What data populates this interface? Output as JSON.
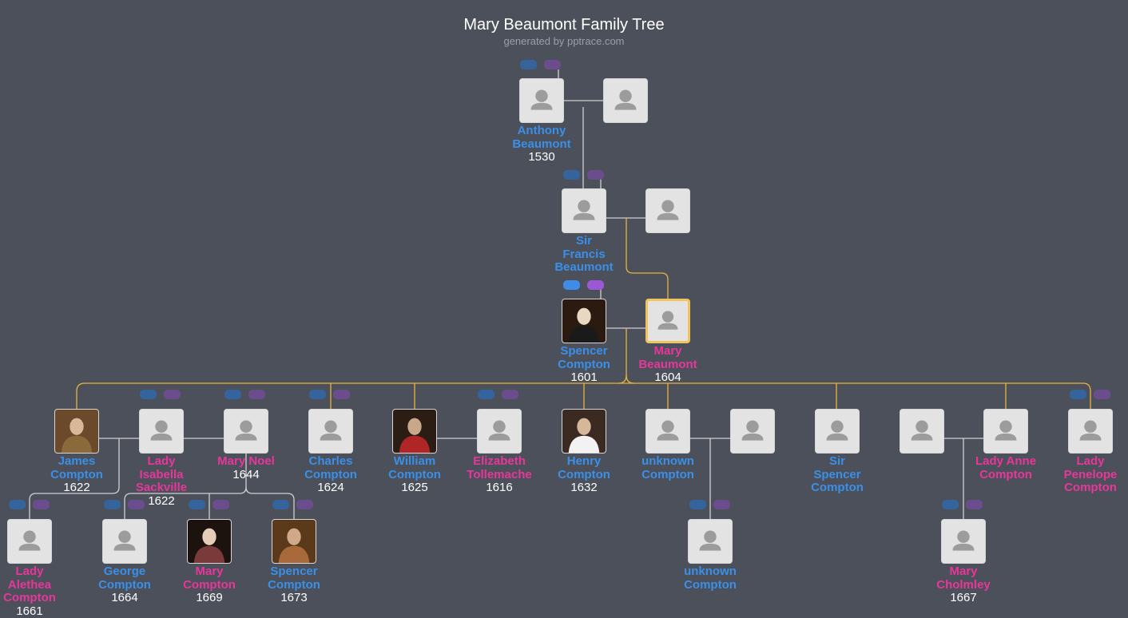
{
  "header": {
    "title": "Mary Beaumont Family Tree",
    "subtitle": "generated by pptrace.com"
  },
  "colors": {
    "background": "#4b505a",
    "male": "#3a8fe8",
    "female": "#e8369a",
    "selected_border": "#f0c45a",
    "descendant_line": "#e8b43c",
    "line": "#d0d0d0"
  },
  "people": {
    "anthony": {
      "name": "Anthony Beaumont",
      "year": "1530",
      "gender": "male",
      "icon": "person-placeholder-icon"
    },
    "anthony_spouse": {
      "name": "",
      "year": "",
      "gender": "",
      "icon": "person-placeholder-icon"
    },
    "francis": {
      "name": "Sir Francis Beaumont",
      "year": "",
      "gender": "male",
      "icon": "person-placeholder-icon"
    },
    "francis_spouse": {
      "name": "",
      "year": "",
      "gender": "",
      "icon": "person-placeholder-icon"
    },
    "spencer1601": {
      "name": "Spencer Compton",
      "year": "1601",
      "gender": "male",
      "icon": "portrait-photo"
    },
    "mary1604": {
      "name": "Mary Beaumont",
      "year": "1604",
      "gender": "female",
      "icon": "person-placeholder-icon",
      "selected": true
    },
    "james": {
      "name": "James Compton",
      "year": "1622",
      "gender": "male",
      "icon": "portrait-photo"
    },
    "isabella": {
      "name": "Lady Isabella Sackville",
      "year": "1622",
      "gender": "female",
      "icon": "person-placeholder-icon"
    },
    "marynoel": {
      "name": "Mary Noel",
      "year": "1644",
      "gender": "female",
      "icon": "person-placeholder-icon"
    },
    "charles": {
      "name": "Charles Compton",
      "year": "1624",
      "gender": "male",
      "icon": "person-placeholder-icon"
    },
    "william": {
      "name": "William Compton",
      "year": "1625",
      "gender": "male",
      "icon": "portrait-photo"
    },
    "elizabeth": {
      "name": "Elizabeth Tollemache",
      "year": "1616",
      "gender": "female",
      "icon": "person-placeholder-icon"
    },
    "henry": {
      "name": "Henry Compton",
      "year": "1632",
      "gender": "male",
      "icon": "portrait-photo"
    },
    "unknown1": {
      "name": "unknown Compton",
      "year": "",
      "gender": "male",
      "icon": "person-placeholder-icon"
    },
    "unknown1_spouse": {
      "name": "",
      "year": "",
      "gender": "",
      "icon": "person-placeholder-icon"
    },
    "sirspencer": {
      "name": "Sir Spencer Compton",
      "year": "",
      "gender": "male",
      "icon": "person-placeholder-icon"
    },
    "anne_spouse": {
      "name": "",
      "year": "",
      "gender": "",
      "icon": "person-placeholder-icon"
    },
    "ladyanne": {
      "name": "Lady Anne Compton",
      "year": "",
      "gender": "female",
      "icon": "person-placeholder-icon"
    },
    "penelope": {
      "name": "Lady Penelope Compton",
      "year": "",
      "gender": "female",
      "icon": "person-placeholder-icon"
    },
    "alethea": {
      "name": "Lady Alethea Compton",
      "year": "1661",
      "gender": "female",
      "icon": "person-placeholder-icon"
    },
    "george": {
      "name": "George Compton",
      "year": "1664",
      "gender": "male",
      "icon": "person-placeholder-icon"
    },
    "marycompton": {
      "name": "Mary Compton",
      "year": "1669",
      "gender": "female",
      "icon": "portrait-photo"
    },
    "spencer1673": {
      "name": "Spencer Compton",
      "year": "1673",
      "gender": "male",
      "icon": "portrait-photo"
    },
    "unknown2": {
      "name": "unknown Compton",
      "year": "",
      "gender": "male",
      "icon": "person-placeholder-icon"
    },
    "marycholmley": {
      "name": "Mary Cholmley",
      "year": "1667",
      "gender": "female",
      "icon": "person-placeholder-icon"
    }
  },
  "expand_buttons": {
    "father_icon": "father-toggle-icon",
    "mother_icon": "mother-toggle-icon"
  }
}
